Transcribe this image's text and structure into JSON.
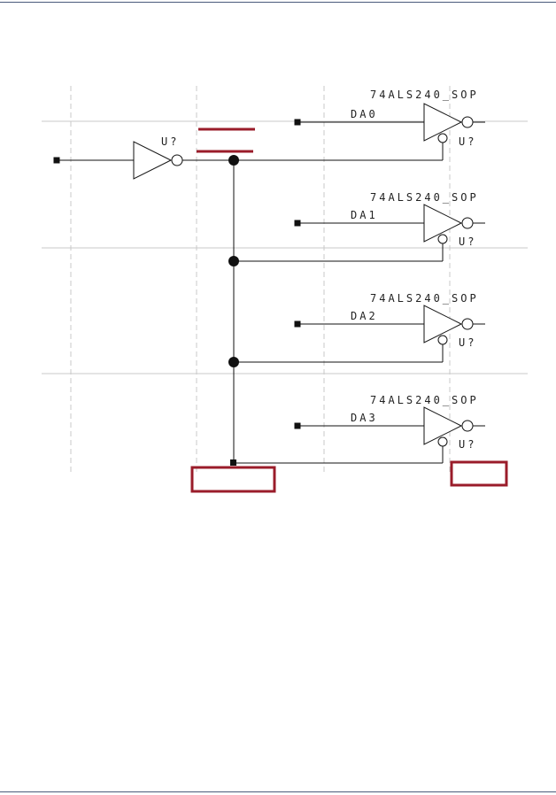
{
  "colors": {
    "rule": "#4a5a7a",
    "grid": "#c8c8c8",
    "wire": "#111111",
    "highlight": "#9a1c2a"
  },
  "input_gate": {
    "ref": "U?"
  },
  "buffers": [
    {
      "part": "74ALS240_SOP",
      "net": "DA0",
      "ref": "U?"
    },
    {
      "part": "74ALS240_SOP",
      "net": "DA1",
      "ref": "U?"
    },
    {
      "part": "74ALS240_SOP",
      "net": "DA2",
      "ref": "U?"
    },
    {
      "part": "74ALS240_SOP",
      "net": "DA3",
      "ref": "U?"
    }
  ]
}
